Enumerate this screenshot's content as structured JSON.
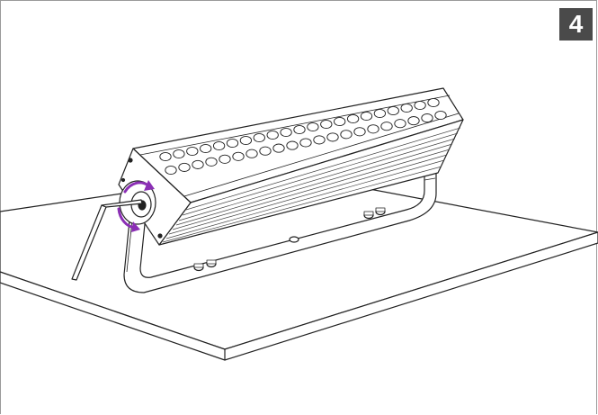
{
  "step": {
    "number": "4",
    "badge_bg": "#4a4a4a",
    "badge_fg": "#ffffff"
  },
  "illustration": {
    "subject": "linear-led-fixture-on-table",
    "tool": "hex-key",
    "rotation_arrow_color": "#8b2fb5",
    "led_rows": 2,
    "leds_per_row": 21
  }
}
